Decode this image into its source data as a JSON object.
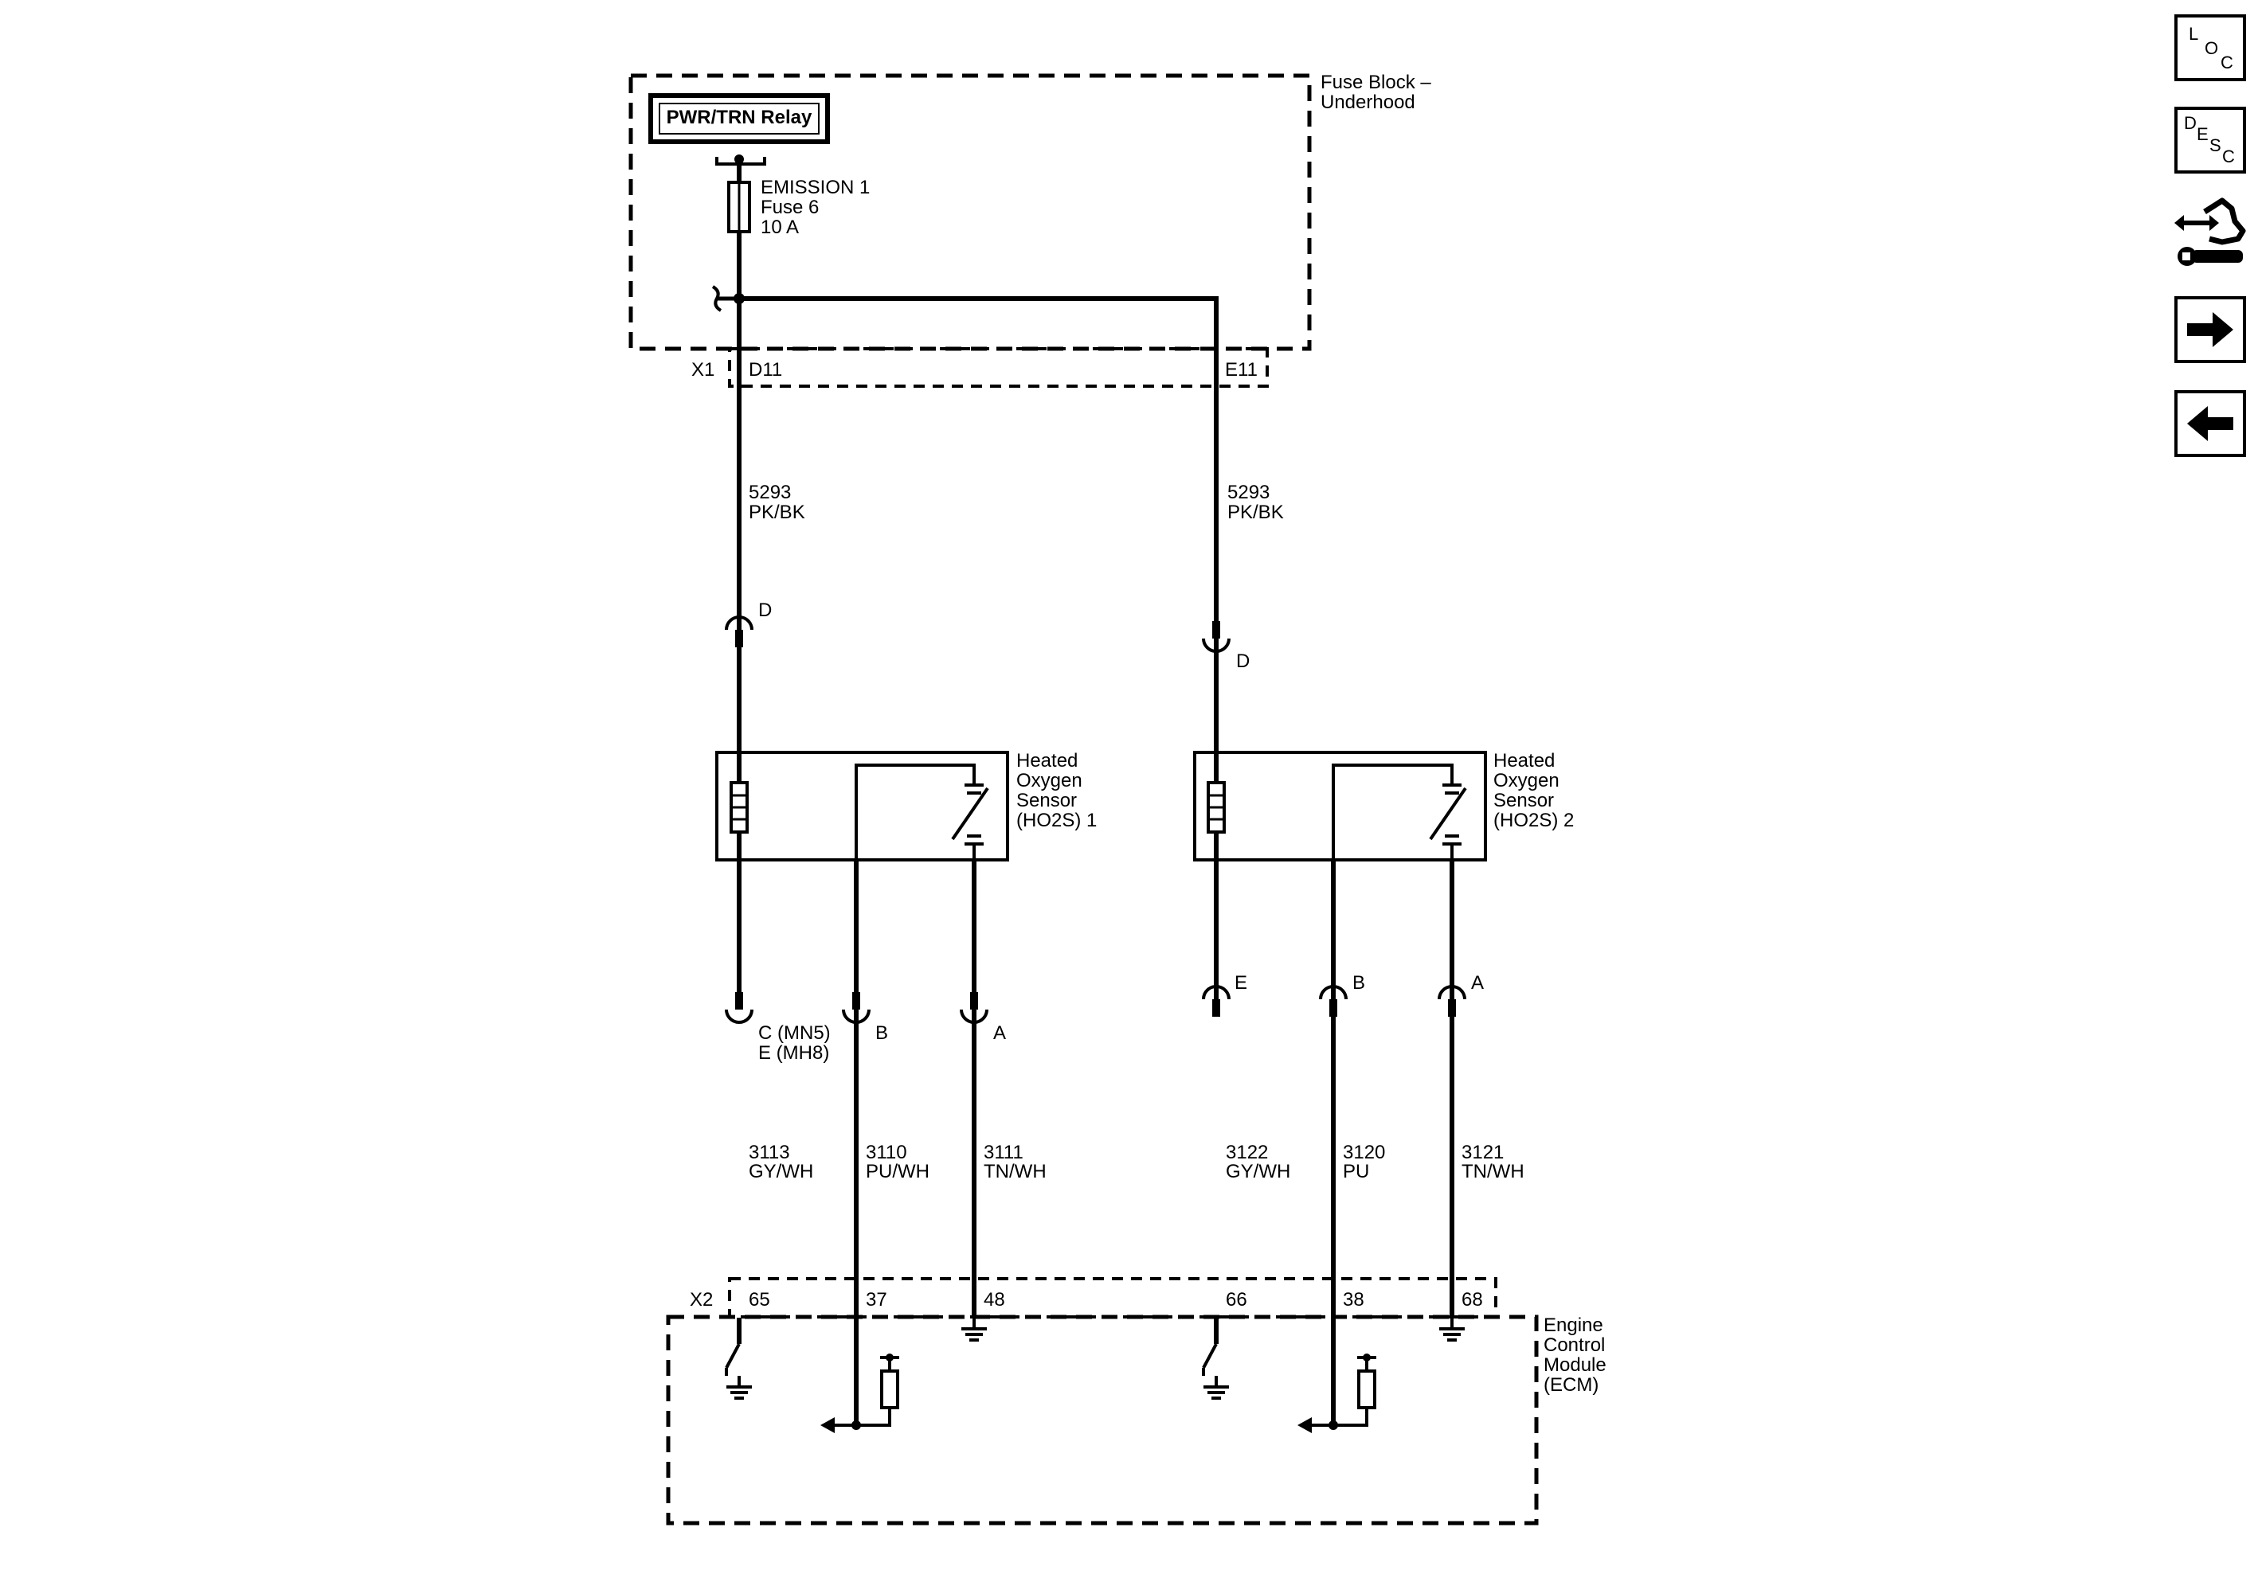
{
  "fuse_block": {
    "title_line1": "Fuse Block –",
    "title_line2": "Underhood",
    "relay_label": "PWR/TRN Relay",
    "fuse_line1": "EMISSION 1",
    "fuse_line2": "Fuse 6",
    "fuse_line3": "10 A",
    "connector_id": "X1",
    "pin_left": "D11",
    "pin_right": "E11"
  },
  "supply_wires": [
    {
      "circuit": "5293",
      "color": "PK/BK"
    },
    {
      "circuit": "5293",
      "color": "PK/BK"
    }
  ],
  "supply_pins": [
    "D",
    "D"
  ],
  "sensors": [
    {
      "name_line1": "Heated",
      "name_line2": "Oxygen",
      "name_line3": "Sensor",
      "name_line4": "(HO2S) 1"
    },
    {
      "name_line1": "Heated",
      "name_line2": "Oxygen",
      "name_line3": "Sensor",
      "name_line4": "(HO2S) 2"
    }
  ],
  "sensor1_pins": {
    "heater": "C (MN5)",
    "heater_alt": "E (MH8)",
    "signal": "B",
    "low": "A"
  },
  "sensor2_pins": {
    "heater": "E",
    "signal": "B",
    "low": "A"
  },
  "sensor1_wires": [
    {
      "circuit": "3113",
      "color": "GY/WH"
    },
    {
      "circuit": "3110",
      "color": "PU/WH"
    },
    {
      "circuit": "3111",
      "color": "TN/WH"
    }
  ],
  "sensor2_wires": [
    {
      "circuit": "3122",
      "color": "GY/WH"
    },
    {
      "circuit": "3120",
      "color": "PU"
    },
    {
      "circuit": "3121",
      "color": "TN/WH"
    }
  ],
  "ecm": {
    "name_line1": "Engine",
    "name_line2": "Control",
    "name_line3": "Module",
    "name_line4": "(ECM)",
    "connector_id": "X2",
    "pins": [
      "65",
      "37",
      "48",
      "66",
      "38",
      "68"
    ]
  },
  "nav": {
    "loc": {
      "l1": "L",
      "l2": "O",
      "l3": "C"
    },
    "desc": {
      "l1": "D",
      "l2": "E",
      "l3": "S",
      "l4": "C"
    },
    "icons": [
      "loc-icon",
      "desc-icon",
      "connector-tool-icon",
      "next-arrow-icon",
      "previous-arrow-icon"
    ]
  }
}
